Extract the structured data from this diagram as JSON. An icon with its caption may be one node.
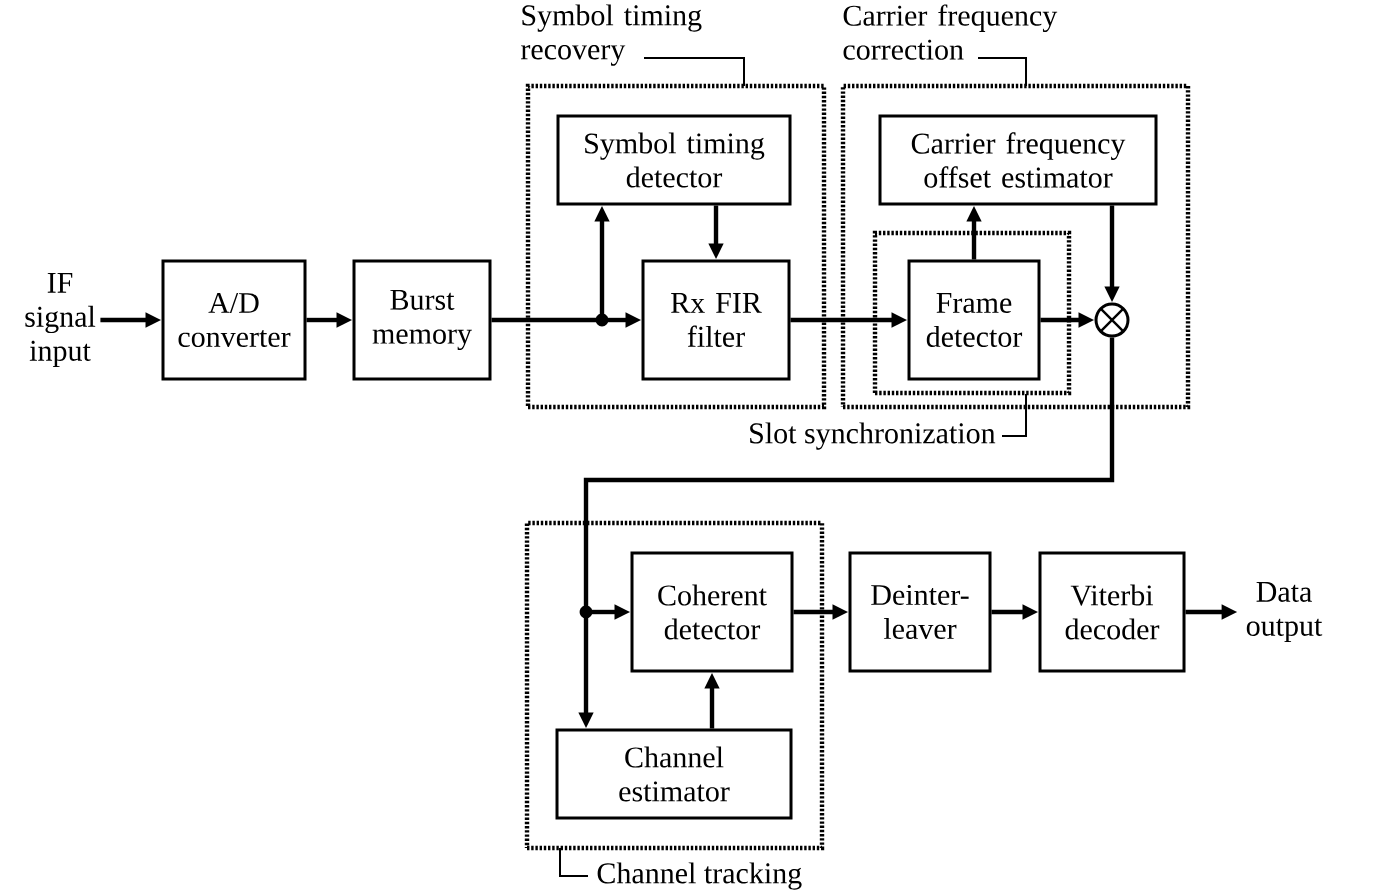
{
  "diagram": {
    "nodes": [
      {
        "text": [
          "IF signal input"
        ]
      },
      {
        "text": [
          "A/D converter"
        ]
      },
      {
        "text": [
          "Burst memory"
        ]
      },
      {
        "text": [
          "Symbol timing recovery"
        ]
      },
      {
        "text": [
          "Symbol timing detector"
        ],
        "in": 3
      },
      {
        "text": [
          "Rx FIR filter"
        ],
        "in": 3
      },
      {
        "text": [
          "Carrier frequency correction"
        ]
      },
      {
        "text": [
          "Carrier frequency offset estimator"
        ],
        "in": 6
      },
      {
        "text": [
          "Slot synchronization"
        ],
        "in": 6
      },
      {
        "text": [
          "Frame detector"
        ],
        "in": 8
      },
      {
        "text": [],
        "shape": "circle",
        "in": 6
      },
      {
        "text": [
          "Channel tracking"
        ]
      },
      {
        "text": [
          "Coherent detector"
        ],
        "in": 11
      },
      {
        "text": [
          "Channel estimator"
        ],
        "in": 11
      },
      {
        "text": [
          "Deinter- leaver"
        ]
      },
      {
        "text": [
          "Viterbi decoder"
        ]
      },
      {
        "text": [
          "Data output"
        ]
      }
    ],
    "edges": [
      {
        "from": 0,
        "to": 1,
        "arrow": "to"
      },
      {
        "from": 1,
        "to": 2,
        "arrow": "to"
      },
      {
        "from": 2,
        "to": 4,
        "arrow": "to"
      },
      {
        "from": 2,
        "to": 5,
        "arrow": "to"
      },
      {
        "from": 4,
        "to": 5,
        "arrow": "to"
      },
      {
        "from": 5,
        "to": 9,
        "arrow": "to"
      },
      {
        "from": 9,
        "to": 7,
        "arrow": "to"
      },
      {
        "from": 9,
        "to": 10,
        "arrow": "to"
      },
      {
        "from": 7,
        "to": 10,
        "arrow": "to"
      },
      {
        "from": 10,
        "to": 12,
        "arrow": "to"
      },
      {
        "from": 10,
        "to": 13,
        "arrow": "to"
      },
      {
        "from": 13,
        "to": 12,
        "arrow": "to"
      },
      {
        "from": 12,
        "to": 14,
        "arrow": "to"
      },
      {
        "from": 14,
        "to": 15,
        "arrow": "to"
      },
      {
        "from": 15,
        "to": 16,
        "arrow": "to"
      }
    ]
  }
}
